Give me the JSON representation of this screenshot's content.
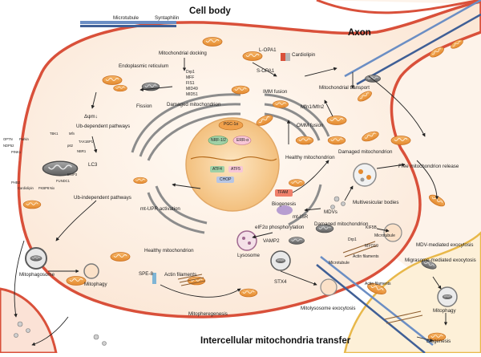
{
  "titles": {
    "cell_body": "Cell body",
    "axon": "Axon",
    "transfer": "Intercellular mitochondria transfer"
  },
  "labels": {
    "microtubule_top": "Microtubule",
    "syntaphilin": "Syntaphilin",
    "mito_docking": "Mitochondrial docking",
    "er": "Endoplasmic reticulum",
    "drp1": "Drp1",
    "mff": "MFF",
    "fis1": "FIS1",
    "mid49": "MID49",
    "mid51": "MID51",
    "fission": "Fission",
    "damaged_mito_top": "Damaged mitochondrion",
    "delta_psi": "Δψm↓",
    "ub_dep": "Ub-dependent pathways",
    "ub_indep": "Ub-independent pathways",
    "lopa1": "L-OPA1",
    "sopa1": "S-OPA1",
    "cardiolipin": "Cardiolipin",
    "imm_fusion": "IMM fusion",
    "mito_transport": "Mitochondrial transport",
    "mfn": "Mfn1/Mfn2",
    "omm_fusion": "OMM fusion",
    "damaged_mito_right": "Damaged mitochondrion",
    "healthy_mito_mid": "Healthy mitochondrion",
    "free_release": "Free mitochondrion release",
    "pgc1a": "PGC-1α",
    "nrf": "NRF-1/2",
    "erra": "ERR-α",
    "atf4": "ATF4",
    "atf5": "ATF5",
    "chop": "CHOP",
    "tfam": "TFAM",
    "biogenesis_mid": "Biogenesis",
    "mt_upr": "mt-UPR activation",
    "mt_isr": "mt-ISR",
    "eif2a": "eIF2α phosphorylation",
    "mdvs": "MDVs",
    "multivesicular": "Multivesicular bodies",
    "damaged_mito_center": "Damaged mitochondrion",
    "kif5b": "KIF5B",
    "microtubule_right": "Microtubule",
    "drp1_b": "Drp1",
    "myo19": "MYO19",
    "actin_mid": "Actin filaments",
    "mdv_exo": "MDV-mediated exocytosis",
    "migrasome_exo": "Migrasome-mediated exocytosis",
    "mitophagosome": "Mitophagosome",
    "mitophagy_left": "Mitophagy",
    "healthy_mito_low": "Healthy mitochondrion",
    "lysosome": "Lysosome",
    "vamp2": "VAMP2",
    "stx4": "STX4",
    "microtubule_low": "Microtubule",
    "actin_low": "Actin filaments",
    "spe8": "SPE-8",
    "actin_left": "Actin filaments",
    "mitopheregenesis": "Mitopheregenesis",
    "mitolysosome_exo": "Mitolysosome exocytosis",
    "mitophagy_right": "Mitophagy",
    "biogenesis_right": "Biogenesis"
  },
  "proteins": {
    "optn": "OPTN",
    "ndp52": "NDP52",
    "parkin": "Parkin",
    "pink1": "PINK1",
    "tbk1": "TBK1",
    "mfn_s": "Mfn",
    "p62": "p62",
    "tax1bp1": "TAX1BP1",
    "nbr1": "NBR1",
    "lc3": "LC3",
    "phb2": "PHB2",
    "cardiolipin_s": "Cardiolipin",
    "fkbp8": "FKBP8",
    "nix": "Nix",
    "fundc1": "FUNDC1",
    "bnip3": "BNIP3"
  },
  "colors": {
    "membrane": "#d9503a",
    "cytoplasm": "#fdf3ea",
    "mito": "#f0a04b",
    "mito_dark": "#7a7a7a",
    "nucleus": "#f7cf9b",
    "er": "#8c8c8c"
  }
}
